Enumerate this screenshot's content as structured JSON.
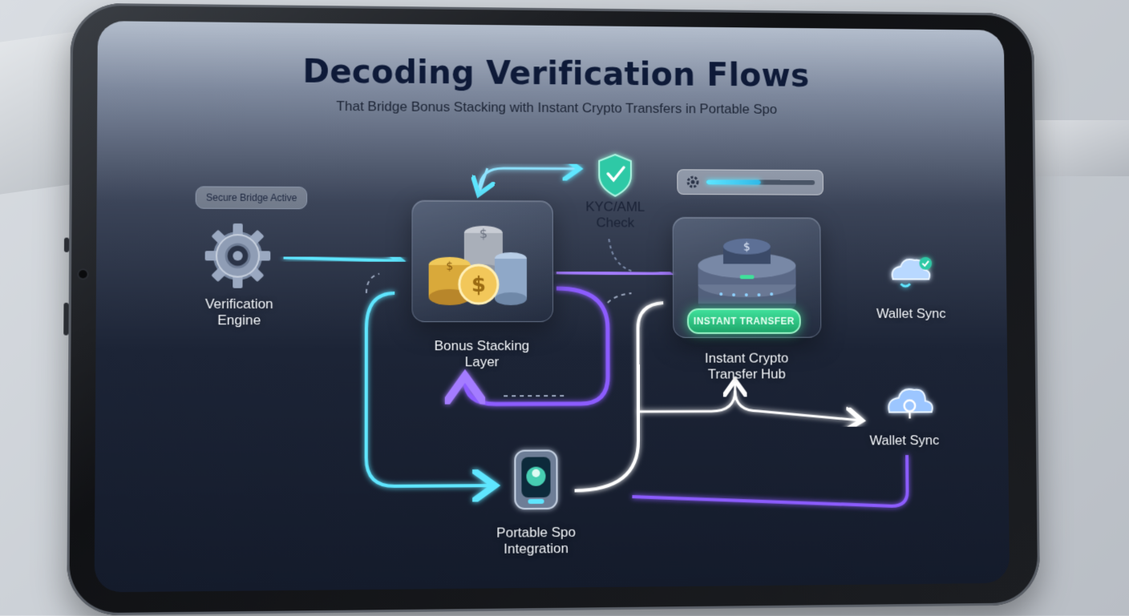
{
  "title": "Decoding Verification Flows",
  "subtitle": "That Bridge Bonus Stacking with Instant Crypto Transfers in Portable Spo",
  "status_badge": "Secure Bridge Active",
  "progress": {
    "value": 0.5
  },
  "nodes": {
    "verification_engine": {
      "line1": "Verification",
      "line2": "Engine",
      "icon": "gear-icon"
    },
    "bonus_stacking": {
      "line1": "Bonus Stacking",
      "line2": "Layer",
      "icon": "coin-stack-icon"
    },
    "kyc_check": {
      "line1": "KYC/AML",
      "line2": "Check",
      "icon": "shield-check-icon"
    },
    "transfer_hub": {
      "line1": "Instant Crypto",
      "line2": "Transfer Hub",
      "badge": "INSTANT TRANSFER",
      "icon": "server-stack-icon"
    },
    "wallet_sync_top": {
      "label": "Wallet Sync",
      "icon": "cloud-check-icon"
    },
    "wallet_sync_bottom": {
      "label": "Wallet Sync",
      "icon": "cloud-link-icon"
    },
    "portable_spo": {
      "line1": "Portable Spo",
      "line2": "Integration",
      "icon": "device-icon"
    }
  },
  "colors": {
    "cyan": "#5ee6ff",
    "purple": "#8c5cff",
    "white_glow": "#ffffff",
    "green": "#3fe09a",
    "title": "#0e1a38"
  }
}
